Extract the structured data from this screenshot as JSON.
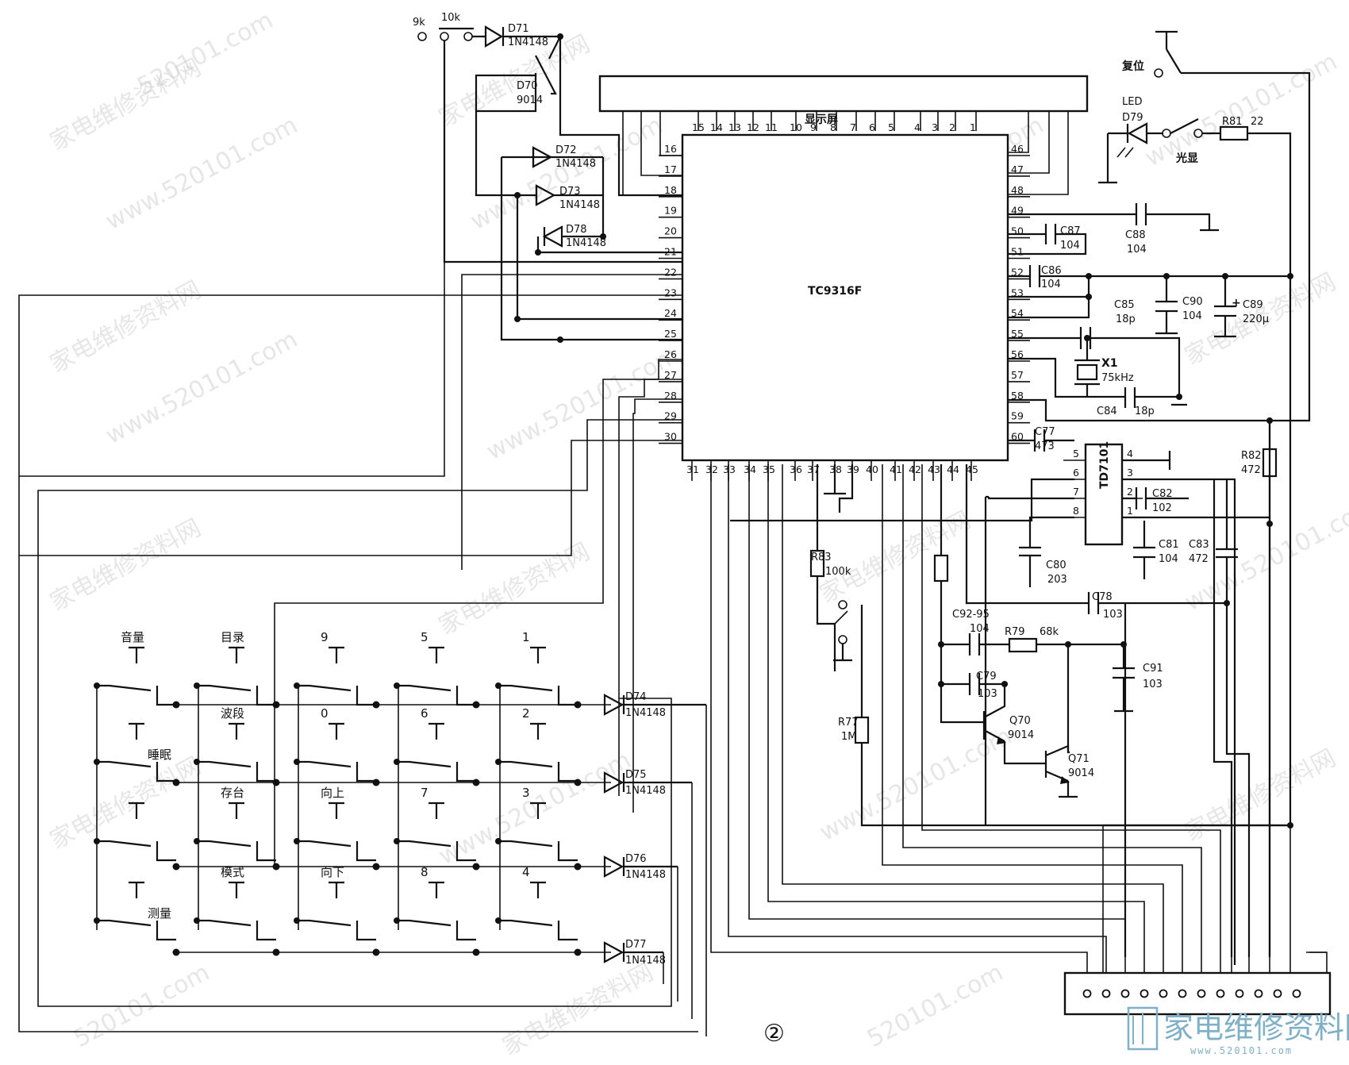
{
  "ic_main": {
    "label": "TC9316F"
  },
  "display": {
    "label": "显示屏"
  },
  "ic_aux": {
    "label": "TD7101"
  },
  "pins_top": [
    "15",
    "14",
    "13",
    "12",
    "11",
    "10",
    "9",
    "8",
    "7",
    "6",
    "5",
    "4",
    "3",
    "2",
    "1"
  ],
  "pins_left": [
    "16",
    "17",
    "18",
    "19",
    "20",
    "21",
    "22",
    "23",
    "24",
    "25",
    "26",
    "27",
    "28",
    "29",
    "30"
  ],
  "pins_right": [
    "46",
    "47",
    "48",
    "49",
    "50",
    "51",
    "52",
    "53",
    "54",
    "55",
    "56",
    "57",
    "58",
    "59",
    "60"
  ],
  "pins_bottom": [
    "31",
    "32",
    "33",
    "34",
    "35",
    "36",
    "37",
    "38",
    "39",
    "40",
    "41",
    "42",
    "43",
    "44",
    "45"
  ],
  "aux_pins": {
    "left": [
      "5",
      "6",
      "7",
      "8"
    ],
    "right": [
      "4",
      "3",
      "2",
      "1"
    ]
  },
  "switch_labels": {
    "sw9k": "9k",
    "sw10k": "10k",
    "reset": "复位",
    "led": "LED",
    "light": "光显"
  },
  "components": {
    "d71": {
      "name": "D71",
      "value": "1N4148"
    },
    "d70": {
      "name": "D70",
      "value": "9014"
    },
    "d72": {
      "name": "D72",
      "value": "1N4148"
    },
    "d73": {
      "name": "D73",
      "value": "1N4148"
    },
    "d78": {
      "name": "D78",
      "value": "1N4148"
    },
    "d79": {
      "name": "D79"
    },
    "r81": {
      "name": "R81",
      "value": "22"
    },
    "c87": {
      "name": "C87",
      "value": "104"
    },
    "c88": {
      "name": "C88",
      "value": "104"
    },
    "c86": {
      "name": "C86",
      "value": "104"
    },
    "c85": {
      "name": "C85",
      "value": "18p"
    },
    "c90": {
      "name": "C90",
      "value": "104"
    },
    "c89": {
      "name": "C89",
      "value": "220μ"
    },
    "x1": {
      "name": "X1",
      "value": "75kHz"
    },
    "c84": {
      "name": "C84",
      "value": "18p"
    },
    "c77": {
      "name": "C77",
      "value": "473"
    },
    "r82": {
      "name": "R82",
      "value": "472"
    },
    "c82": {
      "name": "C82",
      "value": "102"
    },
    "c80": {
      "name": "C80",
      "value": "203"
    },
    "c81": {
      "name": "C81",
      "value": "104"
    },
    "c83": {
      "name": "C83",
      "value": "472"
    },
    "c78": {
      "name": "C78",
      "value": "103"
    },
    "r83": {
      "name": "R83",
      "value": "100k"
    },
    "c92": {
      "name": "C92-95",
      "value": "104"
    },
    "r79": {
      "name": "R79",
      "value": "68k"
    },
    "c79": {
      "name": "C79",
      "value": "103"
    },
    "c91": {
      "name": "C91",
      "value": "103"
    },
    "q70": {
      "name": "Q70",
      "value": "9014"
    },
    "q71": {
      "name": "Q71",
      "value": "9014"
    },
    "r77": {
      "name": "R77",
      "value": "1M"
    },
    "d74": {
      "name": "D74",
      "value": "1N4148"
    },
    "d75": {
      "name": "D75",
      "value": "1N4148"
    },
    "d76": {
      "name": "D76",
      "value": "1N4148"
    },
    "d77": {
      "name": "D77",
      "value": "1N4148"
    }
  },
  "keys": [
    [
      "音量",
      "目录",
      "9",
      "5",
      "1"
    ],
    [
      "睡眠",
      "波段",
      "0",
      "6",
      "2"
    ],
    [
      "",
      "存台",
      "向上",
      "7",
      "3"
    ],
    [
      "测量",
      "模式",
      "向下",
      "8",
      "4"
    ]
  ],
  "figure_number": "②",
  "watermark": {
    "text_cn": "家电维修资料网",
    "text_url": "www.520101.com",
    "text_com": "520101.com"
  },
  "logo": {
    "text": "家电维修资料网",
    "sub": "www.520101.com"
  }
}
